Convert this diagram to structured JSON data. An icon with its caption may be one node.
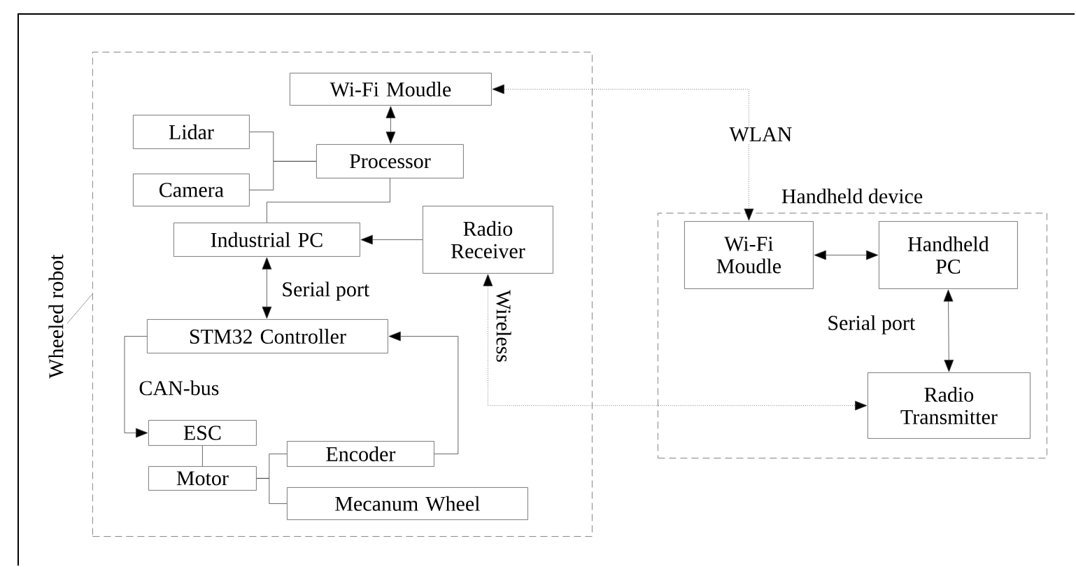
{
  "diagram": {
    "nodes": [
      {
        "text": [
          "Wheeled robot"
        ]
      },
      {
        "text": [
          "Wi-Fi Moudle"
        ],
        "in": 0
      },
      {
        "text": [
          "Lidar"
        ],
        "in": 0
      },
      {
        "text": [
          "Camera"
        ],
        "in": 0
      },
      {
        "text": [
          "Processor"
        ],
        "in": 0
      },
      {
        "text": [
          "Industrial PC"
        ],
        "in": 0
      },
      {
        "text": [
          "Radio Receiver"
        ],
        "in": 0
      },
      {
        "text": [
          "STM32 Controller"
        ],
        "in": 0
      },
      {
        "text": [
          "ESC"
        ],
        "in": 0
      },
      {
        "text": [
          "Motor"
        ],
        "in": 0
      },
      {
        "text": [
          "Encoder"
        ],
        "in": 0
      },
      {
        "text": [
          "Mecanum Wheel"
        ],
        "in": 0
      },
      {
        "text": [
          "Handheld device"
        ]
      },
      {
        "text": [
          "Wi-Fi Moudle"
        ],
        "in": 12
      },
      {
        "text": [
          "Handheld PC"
        ],
        "in": 12
      },
      {
        "text": [
          "Radio Transmitter"
        ],
        "in": 12
      }
    ],
    "edges": [
      {
        "from": 1,
        "to": 4,
        "arrow": "both"
      },
      {
        "from": 2,
        "to": 4,
        "arrow": "none"
      },
      {
        "from": 3,
        "to": 4,
        "arrow": "none"
      },
      {
        "from": 4,
        "to": 5,
        "arrow": "none"
      },
      {
        "from": 6,
        "to": 5,
        "arrow": "to"
      },
      {
        "from": 5,
        "to": 7,
        "arrow": "both",
        "label": "Serial port"
      },
      {
        "from": 7,
        "to": 8,
        "arrow": "to",
        "label": "CAN-bus"
      },
      {
        "from": 8,
        "to": 9,
        "arrow": "none"
      },
      {
        "from": 9,
        "to": 10,
        "arrow": "none"
      },
      {
        "from": 9,
        "to": 11,
        "arrow": "none"
      },
      {
        "from": 10,
        "to": 7,
        "arrow": "to"
      },
      {
        "from": 1,
        "to": 13,
        "arrow": "both",
        "label": "WLAN",
        "style": "dashed"
      },
      {
        "from": 6,
        "to": 15,
        "arrow": "both",
        "label": "Wireless",
        "style": "dashed"
      },
      {
        "from": 13,
        "to": 14,
        "arrow": "both"
      },
      {
        "from": 14,
        "to": 15,
        "arrow": "both",
        "label": "Serial port"
      }
    ]
  }
}
